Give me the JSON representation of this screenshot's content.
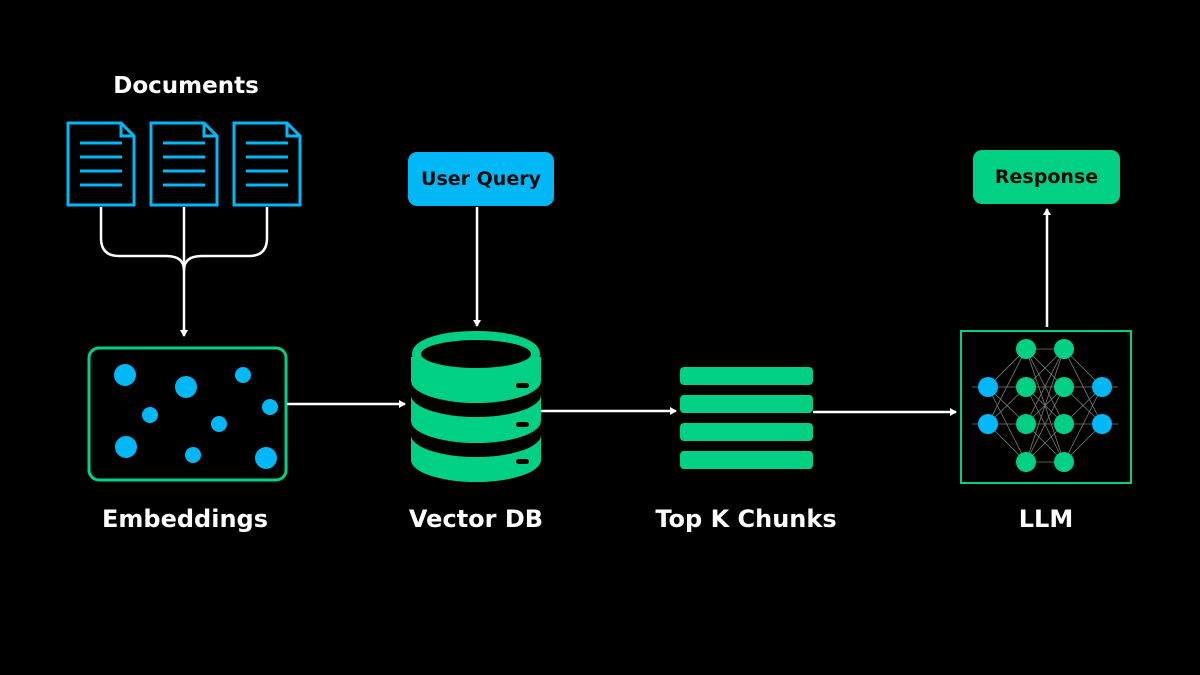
{
  "labels": {
    "documents": "Documents",
    "user_query": "User Query",
    "response": "Response",
    "embeddings": "Embeddings",
    "vector_db": "Vector DB",
    "top_k_chunks": "Top K Chunks",
    "llm": "LLM"
  },
  "colors": {
    "background": "#000000",
    "blue": "#00b8f5",
    "green": "#00d084",
    "arrow": "#ffffff"
  },
  "icons": {
    "document": "document-icon",
    "database": "database-icon",
    "neural_network": "neural-network-icon"
  }
}
